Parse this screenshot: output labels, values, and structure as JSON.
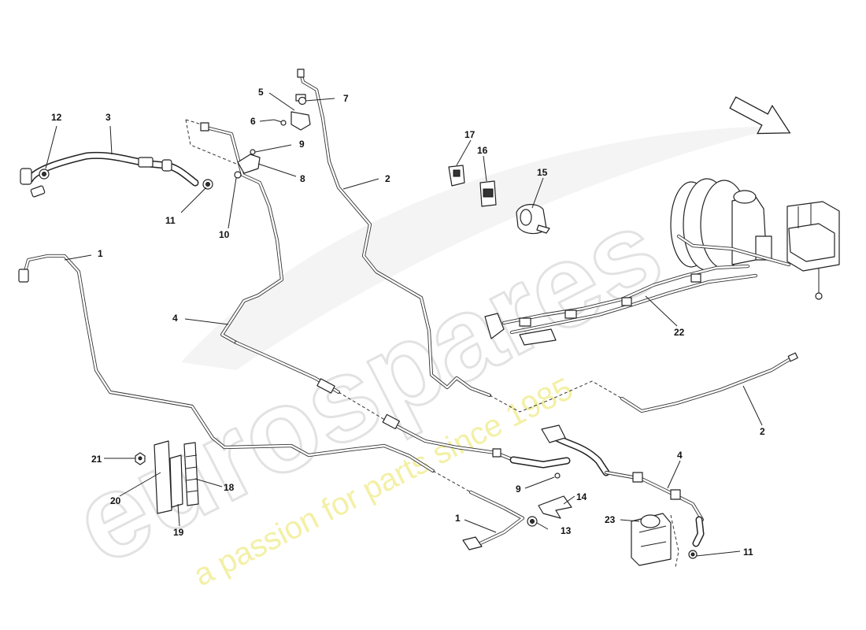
{
  "watermark": {
    "brand": "eurospares",
    "tagline": "a passion for parts since 1985"
  },
  "callouts": [
    {
      "id": "c1a",
      "label": "1"
    },
    {
      "id": "c1b",
      "label": "1"
    },
    {
      "id": "c2a",
      "label": "2"
    },
    {
      "id": "c2b",
      "label": "2"
    },
    {
      "id": "c3",
      "label": "3"
    },
    {
      "id": "c4a",
      "label": "4"
    },
    {
      "id": "c4b",
      "label": "4"
    },
    {
      "id": "c5",
      "label": "5"
    },
    {
      "id": "c6",
      "label": "6"
    },
    {
      "id": "c7",
      "label": "7"
    },
    {
      "id": "c8",
      "label": "8"
    },
    {
      "id": "c9a",
      "label": "9"
    },
    {
      "id": "c9b",
      "label": "9"
    },
    {
      "id": "c10",
      "label": "10"
    },
    {
      "id": "c11a",
      "label": "11"
    },
    {
      "id": "c11b",
      "label": "11"
    },
    {
      "id": "c12",
      "label": "12"
    },
    {
      "id": "c13",
      "label": "13"
    },
    {
      "id": "c14",
      "label": "14"
    },
    {
      "id": "c15",
      "label": "15"
    },
    {
      "id": "c16",
      "label": "16"
    },
    {
      "id": "c17",
      "label": "17"
    },
    {
      "id": "c18",
      "label": "18"
    },
    {
      "id": "c19",
      "label": "19"
    },
    {
      "id": "c20",
      "label": "20"
    },
    {
      "id": "c21",
      "label": "21"
    },
    {
      "id": "c22",
      "label": "22"
    },
    {
      "id": "c23",
      "label": "23"
    }
  ],
  "colors": {
    "line": "#333333",
    "watermark_gray": "#e6e6e6",
    "watermark_yellow": "#f3f0a6"
  }
}
